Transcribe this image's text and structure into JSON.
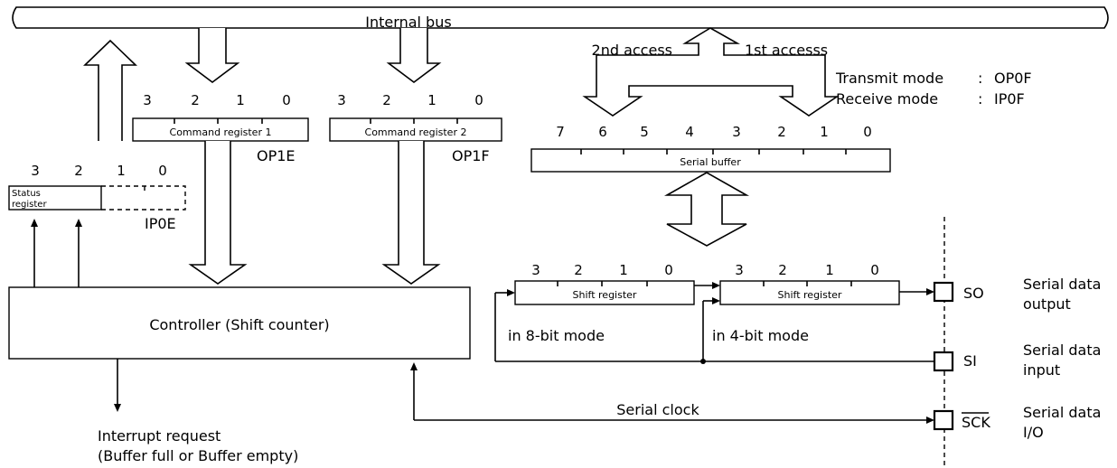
{
  "diagram": {
    "internal_bus": "Internal bus",
    "access_2nd": "2nd access",
    "access_1st": "1st accesss",
    "transmit_mode": {
      "label": "Transmit mode",
      "sep": ":",
      "reg": "OP0F"
    },
    "receive_mode": {
      "label": "Receive mode",
      "sep": ":",
      "reg": "IP0F"
    },
    "command_register_1": {
      "label": "Command register 1",
      "port": "OP1E",
      "bits": [
        "3",
        "2",
        "1",
        "0"
      ]
    },
    "command_register_2": {
      "label": "Command register 2",
      "port": "OP1F",
      "bits": [
        "3",
        "2",
        "1",
        "0"
      ]
    },
    "status_register": {
      "label_line1": "Status",
      "label_line2": "register",
      "port": "IP0E",
      "bits": [
        "3",
        "2",
        "1",
        "0"
      ]
    },
    "serial_buffer": {
      "label": "Serial buffer",
      "bits": [
        "7",
        "6",
        "5",
        "4",
        "3",
        "2",
        "1",
        "0"
      ]
    },
    "controller": "Controller (Shift counter)",
    "shift_register_a": {
      "label": "Shift register",
      "bits": [
        "3",
        "2",
        "1",
        "0"
      ]
    },
    "shift_register_b": {
      "label": "Shift register",
      "bits": [
        "3",
        "2",
        "1",
        "0"
      ]
    },
    "mode_8bit": "in 8-bit mode",
    "mode_4bit": "in 4-bit mode",
    "serial_clock": "Serial clock",
    "interrupt_request": "Interrupt request",
    "interrupt_cause": "(Buffer full or Buffer empty)",
    "pins": [
      {
        "name": "SO",
        "desc1": "Serial data",
        "desc2": "output"
      },
      {
        "name": "SI",
        "desc1": "Serial data",
        "desc2": "input"
      },
      {
        "name": "SCK",
        "desc1": "Serial data",
        "desc2": "I/O"
      }
    ]
  }
}
